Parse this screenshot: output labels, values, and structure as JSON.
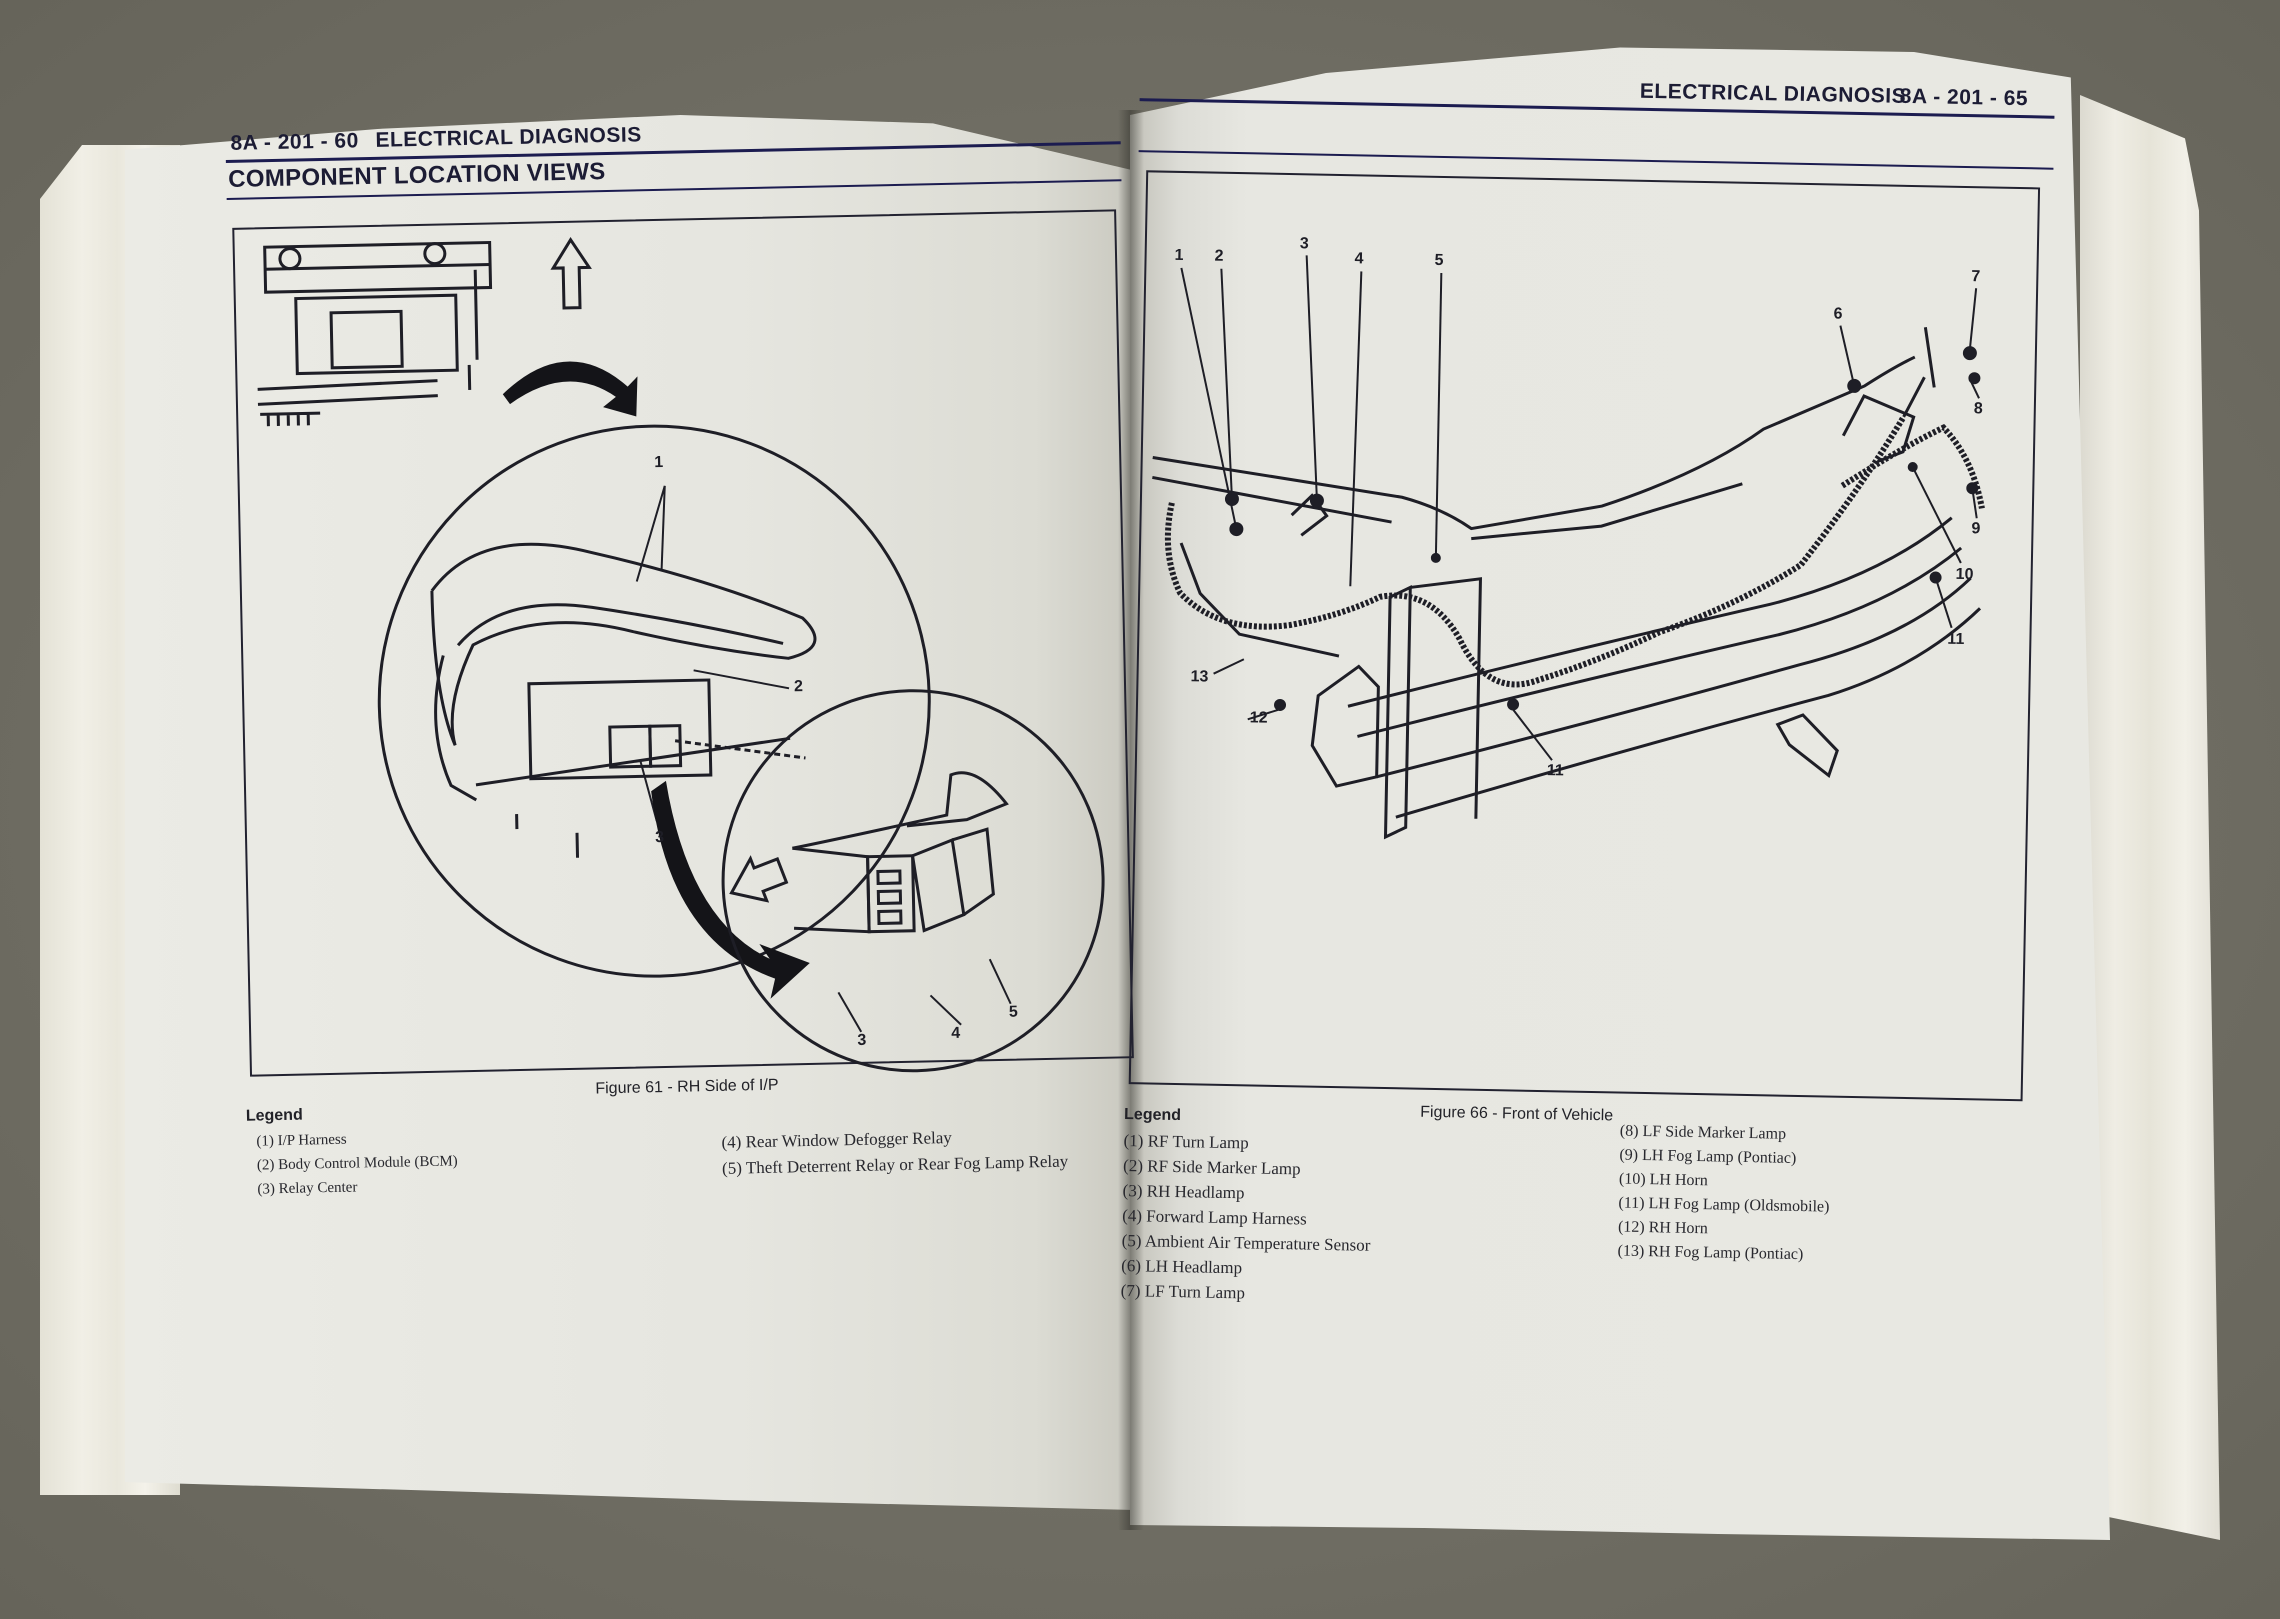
{
  "left_page": {
    "header_page_number": "8A - 201 - 60",
    "header_section": "ELECTRICAL DIAGNOSIS",
    "section_title": "COMPONENT LOCATION VIEWS",
    "figure_caption": "Figure 61 - RH Side of I/P",
    "callouts": [
      "1",
      "2",
      "3",
      "3",
      "4",
      "5"
    ],
    "legend_title": "Legend",
    "legend_col1": [
      {
        "num": "(1)",
        "text": "I/P Harness"
      },
      {
        "num": "(2)",
        "text": "Body Control Module (BCM)"
      },
      {
        "num": "(3)",
        "text": "Relay Center"
      }
    ],
    "legend_col2": [
      {
        "num": "(4)",
        "text": "Rear Window Defogger Relay"
      },
      {
        "num": "(5)",
        "text": "Theft Deterrent Relay or Rear Fog Lamp Relay"
      }
    ]
  },
  "right_page": {
    "header_section": "ELECTRICAL DIAGNOSIS",
    "header_page_number": "8A - 201 - 65",
    "figure_caption": "Figure 66 - Front of Vehicle",
    "callouts": [
      "1",
      "2",
      "3",
      "4",
      "5",
      "6",
      "7",
      "8",
      "9",
      "10",
      "11",
      "11",
      "12",
      "13"
    ],
    "legend_title": "Legend",
    "legend_col1": [
      {
        "num": "(1)",
        "text": "RF Turn Lamp"
      },
      {
        "num": "(2)",
        "text": "RF Side Marker Lamp"
      },
      {
        "num": "(3)",
        "text": "RH Headlamp"
      },
      {
        "num": "(4)",
        "text": "Forward Lamp Harness"
      },
      {
        "num": "(5)",
        "text": "Ambient Air Temperature Sensor"
      },
      {
        "num": "(6)",
        "text": "LH Headlamp"
      },
      {
        "num": "(7)",
        "text": "LF Turn Lamp"
      }
    ],
    "legend_col2": [
      {
        "num": "(8)",
        "text": "LF Side Marker Lamp"
      },
      {
        "num": "(9)",
        "text": "LH Fog Lamp (Pontiac)"
      },
      {
        "num": "(10)",
        "text": "LH Horn"
      },
      {
        "num": "(11)",
        "text": "LH Fog Lamp (Oldsmobile)"
      },
      {
        "num": "(12)",
        "text": "RH Horn"
      },
      {
        "num": "(13)",
        "text": "RH Fog Lamp (Pontiac)"
      }
    ]
  },
  "colors": {
    "ink": "#1c1c34",
    "rule": "#1c1c50",
    "paper": "#e8e8e2",
    "table_surface": "#76746a"
  }
}
